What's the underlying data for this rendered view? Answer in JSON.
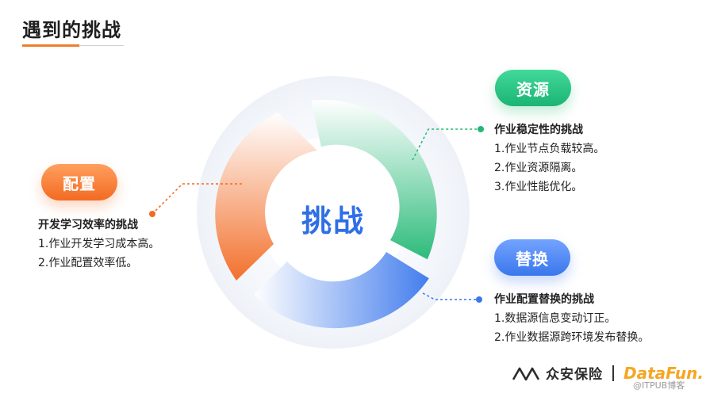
{
  "title": "遇到的挑战",
  "center": {
    "label": "挑战"
  },
  "sections": {
    "resource": {
      "tag": "资源",
      "heading": "作业稳定性的挑战",
      "items": [
        "1.作业节点负载较高。",
        "2.作业资源隔离。",
        "3.作业性能优化。"
      ]
    },
    "config": {
      "tag": "配置",
      "heading": "开发学习效率的挑战",
      "items": [
        "1.作业开发学习成本高。",
        "2.作业配置效率低。"
      ]
    },
    "replace": {
      "tag": "替换",
      "heading": "作业配置替换的挑战",
      "items": [
        "1.数据源信息变动订正。",
        "2.作业数据源跨环境发布替换。"
      ]
    }
  },
  "footer": {
    "brand": "众安保险",
    "partner": "DataFun.",
    "watermark": "@ITPUB博客"
  },
  "colors": {
    "accent": "#ef7d2e",
    "green": "#22b874",
    "orange": "#f26a22",
    "blue": "#3a77ec"
  }
}
